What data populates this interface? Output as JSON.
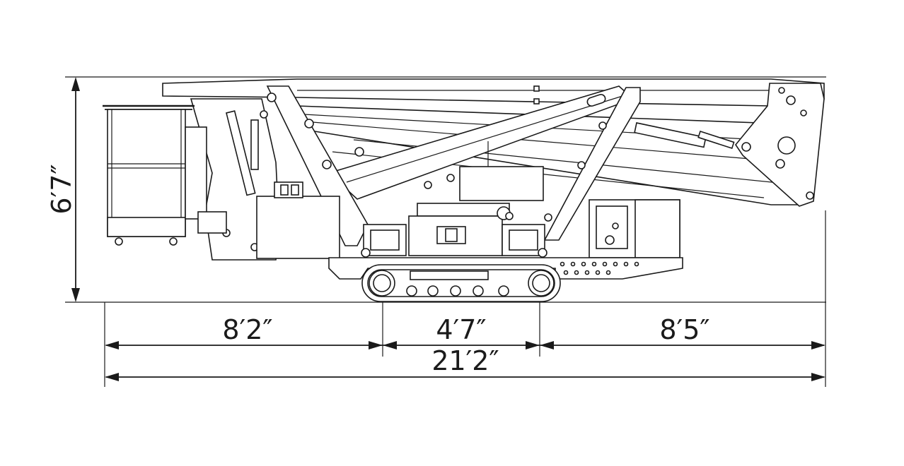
{
  "dimensions": {
    "height": "6′7″",
    "rear_overhang": "8′2″",
    "track_length": "4′7″",
    "front_overhang": "8′5″",
    "total_length": "21′2″"
  },
  "colors": {
    "line": "#1a1a1a",
    "background": "#ffffff"
  }
}
